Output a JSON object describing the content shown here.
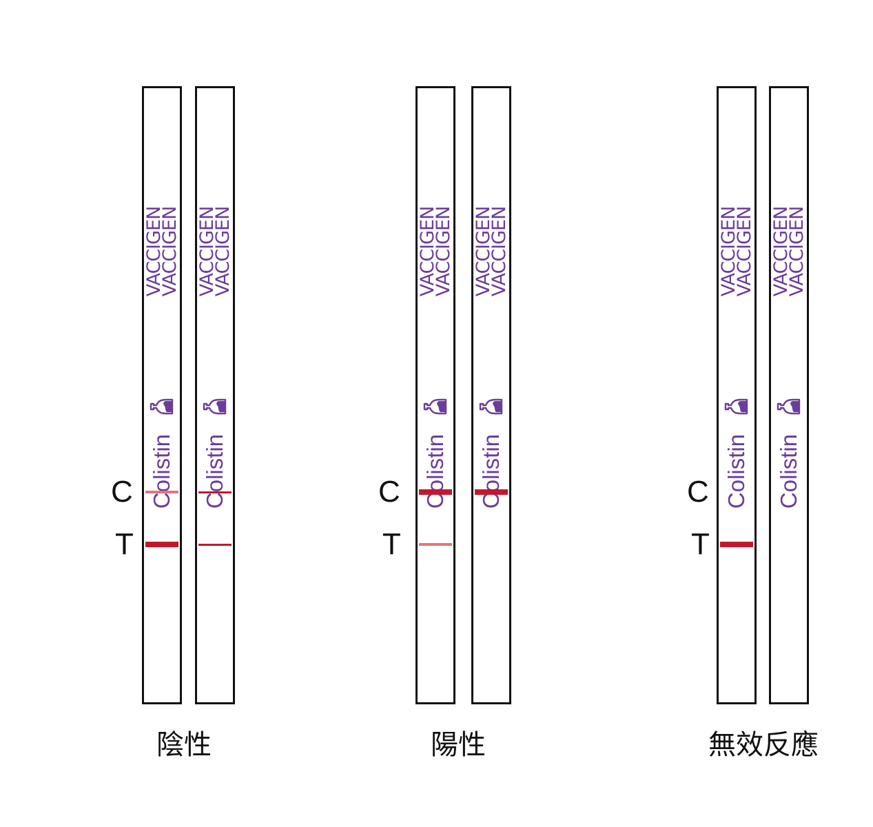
{
  "labels": {
    "control": "C",
    "test": "T"
  },
  "strip": {
    "brand": "VACCIGEN",
    "analyte": "Colistin",
    "icon": "bottle-icon"
  },
  "colors": {
    "frame": "#111111",
    "text_purple": "#6a3d9a",
    "band_strong": "#c0192d",
    "band_faint": "#e8727c"
  },
  "groups": [
    {
      "caption": "陰性",
      "show_labels": true,
      "strips": [
        {
          "C": "faint",
          "T": "strong"
        },
        {
          "C": "thin",
          "T": "thin"
        }
      ]
    },
    {
      "caption": "陽性",
      "show_labels": true,
      "strips": [
        {
          "C": "strong",
          "T": "faint"
        },
        {
          "C": "strong",
          "T": "none"
        }
      ]
    },
    {
      "caption": "無效反應",
      "show_labels": true,
      "strips": [
        {
          "C": "none",
          "T": "strong"
        },
        {
          "C": "none",
          "T": "none"
        }
      ]
    }
  ]
}
